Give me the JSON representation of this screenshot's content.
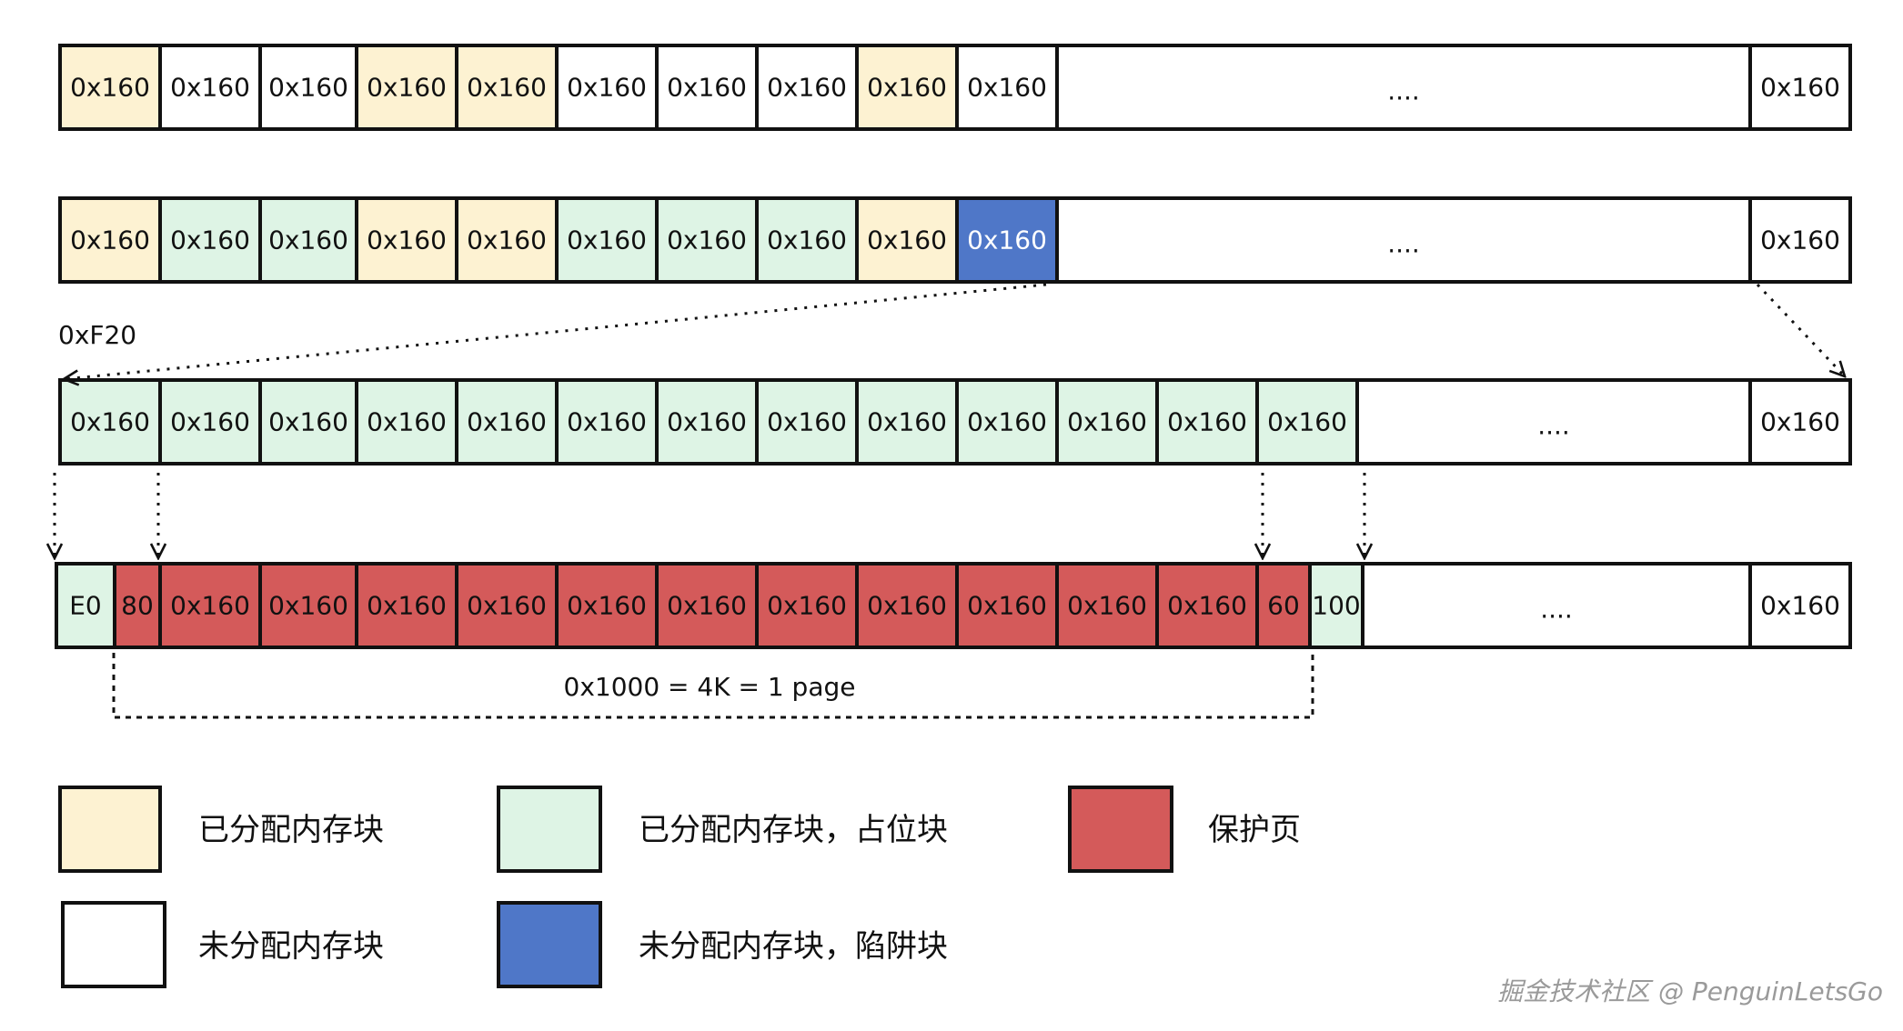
{
  "colors": {
    "allocated": "#fdf2d2",
    "placeholder": "#def4e5",
    "guard": "#d45a5a",
    "free": "#ffffff",
    "trap": "#4f77c8",
    "border": "#111111"
  },
  "rows": [
    {
      "cells": [
        {
          "label": "0x160",
          "kind": "allocated"
        },
        {
          "label": "0x160",
          "kind": "free"
        },
        {
          "label": "0x160",
          "kind": "free"
        },
        {
          "label": "0x160",
          "kind": "allocated"
        },
        {
          "label": "0x160",
          "kind": "allocated"
        },
        {
          "label": "0x160",
          "kind": "free"
        },
        {
          "label": "0x160",
          "kind": "free"
        },
        {
          "label": "0x160",
          "kind": "free"
        },
        {
          "label": "0x160",
          "kind": "allocated"
        },
        {
          "label": "0x160",
          "kind": "free"
        },
        {
          "label": "....",
          "kind": "free"
        },
        {
          "label": "0x160",
          "kind": "free"
        }
      ]
    },
    {
      "cells": [
        {
          "label": "0x160",
          "kind": "allocated"
        },
        {
          "label": "0x160",
          "kind": "placeholder"
        },
        {
          "label": "0x160",
          "kind": "placeholder"
        },
        {
          "label": "0x160",
          "kind": "allocated"
        },
        {
          "label": "0x160",
          "kind": "allocated"
        },
        {
          "label": "0x160",
          "kind": "placeholder"
        },
        {
          "label": "0x160",
          "kind": "placeholder"
        },
        {
          "label": "0x160",
          "kind": "placeholder"
        },
        {
          "label": "0x160",
          "kind": "allocated"
        },
        {
          "label": "0x160",
          "kind": "trap"
        },
        {
          "label": "....",
          "kind": "free"
        },
        {
          "label": "0x160",
          "kind": "free"
        }
      ]
    },
    {
      "cells": [
        {
          "label": "0x160",
          "kind": "placeholder"
        },
        {
          "label": "0x160",
          "kind": "placeholder"
        },
        {
          "label": "0x160",
          "kind": "placeholder"
        },
        {
          "label": "0x160",
          "kind": "placeholder"
        },
        {
          "label": "0x160",
          "kind": "placeholder"
        },
        {
          "label": "0x160",
          "kind": "placeholder"
        },
        {
          "label": "0x160",
          "kind": "placeholder"
        },
        {
          "label": "0x160",
          "kind": "placeholder"
        },
        {
          "label": "0x160",
          "kind": "placeholder"
        },
        {
          "label": "0x160",
          "kind": "placeholder"
        },
        {
          "label": "0x160",
          "kind": "placeholder"
        },
        {
          "label": "0x160",
          "kind": "placeholder"
        },
        {
          "label": "0x160",
          "kind": "placeholder"
        },
        {
          "label": "....",
          "kind": "free"
        },
        {
          "label": "0x160",
          "kind": "free"
        }
      ]
    },
    {
      "cells": [
        {
          "label": "E0",
          "kind": "placeholder"
        },
        {
          "label": "80",
          "kind": "guard"
        },
        {
          "label": "0x160",
          "kind": "guard"
        },
        {
          "label": "0x160",
          "kind": "guard"
        },
        {
          "label": "0x160",
          "kind": "guard"
        },
        {
          "label": "0x160",
          "kind": "guard"
        },
        {
          "label": "0x160",
          "kind": "guard"
        },
        {
          "label": "0x160",
          "kind": "guard"
        },
        {
          "label": "0x160",
          "kind": "guard"
        },
        {
          "label": "0x160",
          "kind": "guard"
        },
        {
          "label": "0x160",
          "kind": "guard"
        },
        {
          "label": "0x160",
          "kind": "guard"
        },
        {
          "label": "0x160",
          "kind": "guard"
        },
        {
          "label": "60",
          "kind": "guard"
        },
        {
          "label": "100",
          "kind": "placeholder"
        },
        {
          "label": "....",
          "kind": "free"
        },
        {
          "label": "0x160",
          "kind": "free"
        }
      ]
    }
  ],
  "annotations": {
    "offset_label": "0xF20",
    "page_label": "0x1000 = 4K = 1 page"
  },
  "legend": [
    {
      "kind": "allocated",
      "label": "已分配内存块"
    },
    {
      "kind": "placeholder",
      "label": "已分配内存块，占位块"
    },
    {
      "kind": "guard",
      "label": "保护页"
    },
    {
      "kind": "free",
      "label": "未分配内存块"
    },
    {
      "kind": "trap",
      "label": "未分配内存块，陷阱块"
    }
  ],
  "watermark": "掘金技术社区 @ PenguinLetsGo"
}
